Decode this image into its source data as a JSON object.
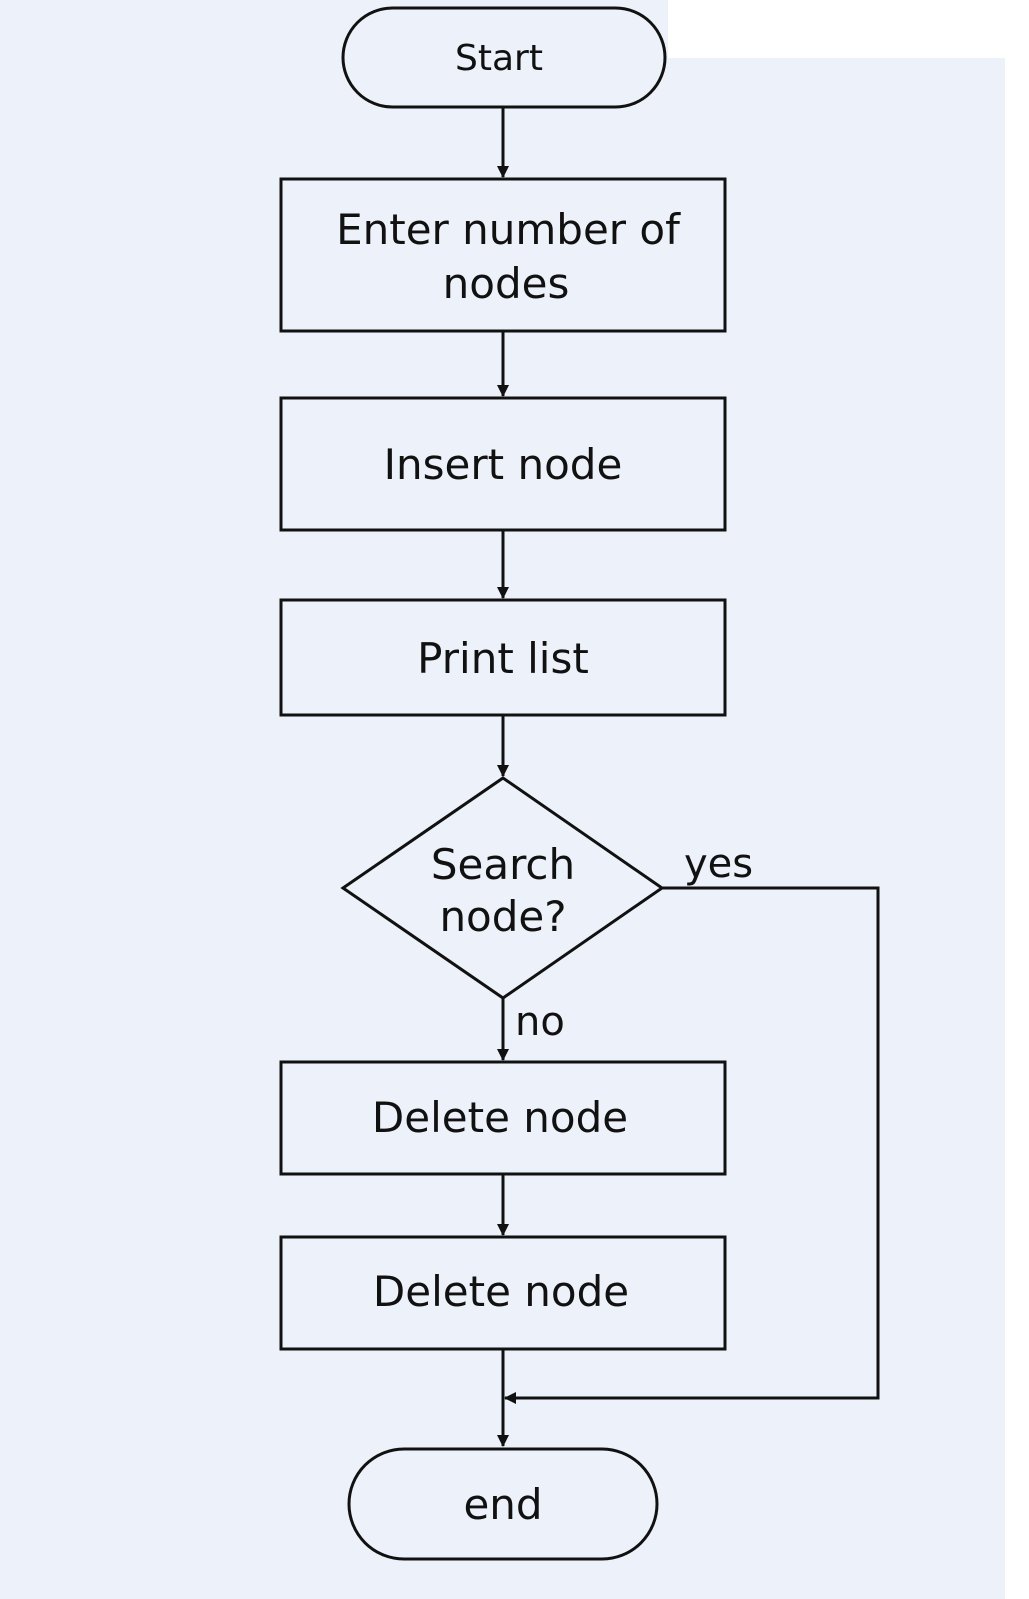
{
  "flowchart": {
    "nodes": {
      "start": {
        "label": "Start"
      },
      "enter_nodes": {
        "line1": "Enter number of",
        "line2": "nodes"
      },
      "insert": {
        "label": "Insert node"
      },
      "print": {
        "label": "Print list"
      },
      "decision": {
        "line1": "Search",
        "line2": "node?"
      },
      "delete1": {
        "label": "Delete node"
      },
      "delete2": {
        "label": "Delete node"
      },
      "end": {
        "label": "end"
      }
    },
    "edge_labels": {
      "yes": "yes",
      "no": "no"
    }
  },
  "colors": {
    "background": "#ecf1fa",
    "stroke": "#111111",
    "text": "#111111"
  }
}
